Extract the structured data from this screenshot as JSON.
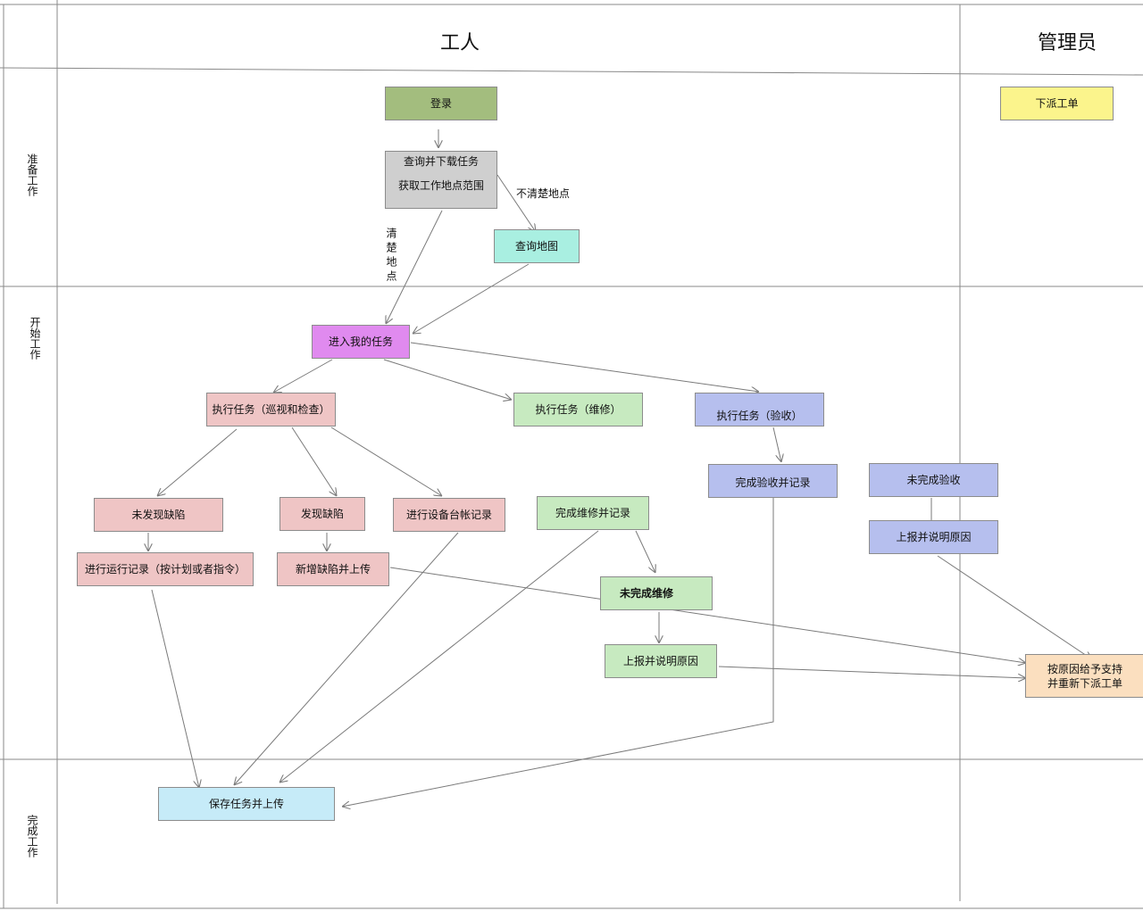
{
  "columns": {
    "worker": "工人",
    "admin": "管理员"
  },
  "lanes": {
    "prepare": "准备工作",
    "start": "开始工作",
    "finish": "完成工作"
  },
  "nodes": {
    "login": "登录",
    "dispatch": "下派工单",
    "query_line1": "查询并下载任务",
    "query_line2": "获取工作地点范围",
    "map": "查询地图",
    "my_tasks": "进入我的任务",
    "exec_patrol": "执行任务（巡视和检查）",
    "exec_repair": "执行任务（维修）",
    "exec_accept": "执行任务（验收）",
    "no_defect": "未发现缺陷",
    "found_defect": "发现缺陷",
    "ledger": "进行设备台帐记录",
    "repair_done": "完成维修并记录",
    "accept_done": "完成验收并记录",
    "accept_undone": "未完成验收",
    "run_record": "进行运行记录（按计划或者指令）",
    "add_defect": "新增缺陷并上传",
    "repair_undone": "未完成维修",
    "report_reason_repair": "上报并说明原因",
    "report_reason_accept": "上报并说明原因",
    "support_line1": "按原因给予支持",
    "support_line2": "并重新下派工单",
    "save": "保存任务并上传"
  },
  "edge_labels": {
    "unclear": "不清楚地点",
    "clear": "清楚地点"
  },
  "colors": {
    "olive": "#a3bd7e",
    "yellow": "#fbf48c",
    "gray": "#cfcfcf",
    "aqua": "#a9efe1",
    "violet": "#e08aef",
    "pink": "#efc5c5",
    "green": "#c7eac0",
    "blue": "#b6bfee",
    "peach": "#fbdfbf",
    "sky": "#c6ebf8"
  }
}
